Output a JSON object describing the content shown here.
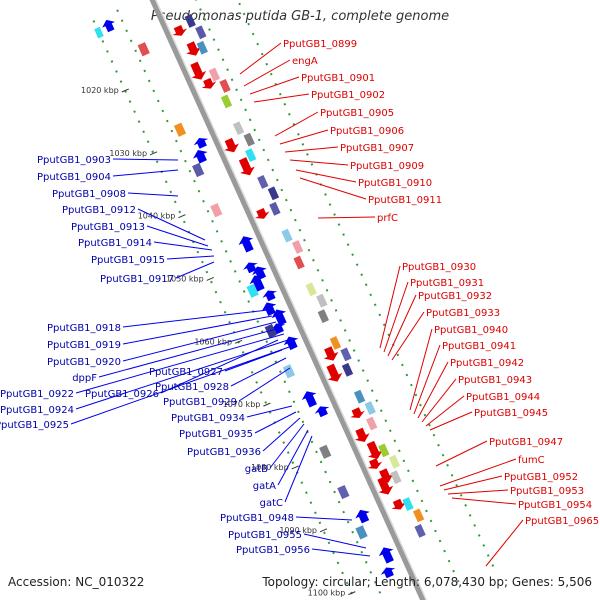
{
  "title": "Pseudomonas putida GB-1, complete genome",
  "accession": "Accession: NC_010322",
  "topology": "Topology: circular; Length: 6,078,430 bp; Genes: 5,506",
  "colors": {
    "backbone": "#9a9a9a",
    "forward_gene": "#e00000",
    "reverse_gene": "#0000ee",
    "forward_label": "#dd0000",
    "reverse_label": "#0000aa",
    "tick": "#339933",
    "cog_palette": [
      "#3a3a8c",
      "#5a5aa8",
      "#4a90c0",
      "#8cc8e8",
      "#f0a0a8",
      "#e05050",
      "#9acd32",
      "#d8e89a",
      "#c0c0c0",
      "#808080",
      "#30e0f0",
      "#f09020",
      "#6060b0"
    ]
  },
  "kbp_markers": [
    "1020 kbp",
    "1030 kbp",
    "1040 kbp",
    "1050 kbp",
    "1060 kbp",
    "1070 kbp",
    "1080 kbp",
    "1090 kbp",
    "1100 kbp"
  ],
  "forward_genes": [
    "PputGB1_0899",
    "engA",
    "PputGB1_0901",
    "PputGB1_0902",
    "PputGB1_0905",
    "PputGB1_0906",
    "PputGB1_0907",
    "PputGB1_0909",
    "PputGB1_0910",
    "PputGB1_0911",
    "prfC",
    "PputGB1_0930",
    "PputGB1_0931",
    "PputGB1_0932",
    "PputGB1_0933",
    "PputGB1_0940",
    "PputGB1_0941",
    "PputGB1_0942",
    "PputGB1_0943",
    "PputGB1_0944",
    "PputGB1_0945",
    "PputGB1_0947",
    "fumC",
    "PputGB1_0952",
    "PputGB1_0953",
    "PputGB1_0954",
    "PputGB1_0965"
  ],
  "reverse_genes": [
    "PputGB1_0903",
    "PputGB1_0904",
    "PputGB1_0908",
    "PputGB1_0912",
    "PputGB1_0913",
    "PputGB1_0914",
    "PputGB1_0915",
    "PputGB1_0917",
    "PputGB1_0918",
    "PputGB1_0919",
    "PputGB1_0920",
    "dppF",
    "PputGB1_0922",
    "PputGB1_0924",
    "PputGB1_0925",
    "PputGB1_0926",
    "PputGB1_0927",
    "PputGB1_0928",
    "PputGB1_0929",
    "PputGB1_0934",
    "PputGB1_0935",
    "PputGB1_0936",
    "gatB",
    "gatA",
    "gatC",
    "PputGB1_0948",
    "PputGB1_0955",
    "PputGB1_0956"
  ]
}
